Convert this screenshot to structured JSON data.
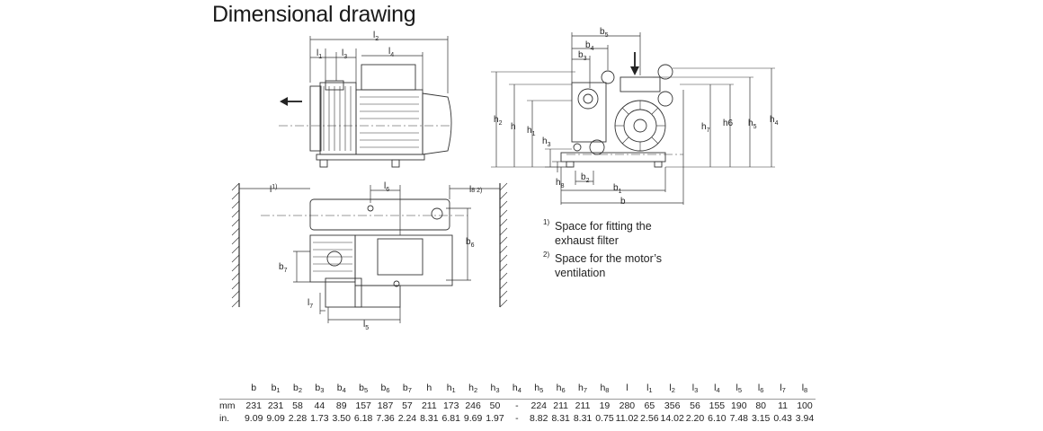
{
  "title": "Dimensional drawing",
  "labels": {
    "l2": [
      "l",
      "2"
    ],
    "l1": [
      "l",
      "1"
    ],
    "l3": [
      "l",
      "3"
    ],
    "l4": [
      "l",
      "4"
    ],
    "l_1": [
      "l",
      "1)"
    ],
    "l6": [
      "l",
      "6"
    ],
    "l8": [
      "l",
      "8 2)"
    ],
    "b6": [
      "b",
      "6"
    ],
    "b7": [
      "b",
      "7"
    ],
    "l7": [
      "l",
      "7"
    ],
    "l5": [
      "l",
      "5"
    ],
    "b5": [
      "b",
      "5"
    ],
    "b4": [
      "b",
      "4"
    ],
    "b3": [
      "b",
      "3"
    ],
    "h2": [
      "h",
      "2"
    ],
    "h": [
      "h",
      ""
    ],
    "h1": [
      "h",
      "1"
    ],
    "h3": [
      "h",
      "3"
    ],
    "h8": [
      "h",
      "8"
    ],
    "b2": [
      "b",
      "2"
    ],
    "b1": [
      "b",
      "1"
    ],
    "b": [
      "b",
      ""
    ],
    "h7": [
      "h",
      "7"
    ],
    "h6": [
      "h6",
      ""
    ],
    "h5": [
      "h",
      "5"
    ],
    "h4": [
      "h",
      "4"
    ]
  },
  "notes": [
    {
      "num": "1)",
      "text": "Space for fitting the exhaust filter"
    },
    {
      "num": "2)",
      "text": "Space for the motor’s ventilation"
    }
  ],
  "table": {
    "headers": [
      [
        "b",
        ""
      ],
      [
        "b",
        "1"
      ],
      [
        "b",
        "2"
      ],
      [
        "b",
        "3"
      ],
      [
        "b",
        "4"
      ],
      [
        "b",
        "5"
      ],
      [
        "b",
        "6"
      ],
      [
        "b",
        "7"
      ],
      [
        "h",
        ""
      ],
      [
        "h",
        "1"
      ],
      [
        "h",
        "2"
      ],
      [
        "h",
        "3"
      ],
      [
        "h",
        "4"
      ],
      [
        "h",
        "5"
      ],
      [
        "h",
        "6"
      ],
      [
        "h",
        "7"
      ],
      [
        "h",
        "8"
      ],
      [
        "l",
        ""
      ],
      [
        "l",
        "1"
      ],
      [
        "l",
        "2"
      ],
      [
        "l",
        "3"
      ],
      [
        "l",
        "4"
      ],
      [
        "l",
        "5"
      ],
      [
        "l",
        "6"
      ],
      [
        "l",
        "7"
      ],
      [
        "l",
        "8"
      ]
    ],
    "rows": [
      {
        "unit": "mm",
        "values": [
          "231",
          "231",
          "58",
          "44",
          "89",
          "157",
          "187",
          "57",
          "211",
          "173",
          "246",
          "50",
          "-",
          "224",
          "211",
          "211",
          "19",
          "280",
          "65",
          "356",
          "56",
          "155",
          "190",
          "80",
          "11",
          "100"
        ]
      },
      {
        "unit": "in.",
        "values": [
          "9.09",
          "9.09",
          "2.28",
          "1.73",
          "3.50",
          "6.18",
          "7.36",
          "2.24",
          "8.31",
          "6.81",
          "9.69",
          "1.97",
          "-",
          "8.82",
          "8.31",
          "8.31",
          "0.75",
          "11.02",
          "2.56",
          "14.02",
          "2.20",
          "6.10",
          "7.48",
          "3.15",
          "0.43",
          "3.94"
        ]
      }
    ]
  }
}
